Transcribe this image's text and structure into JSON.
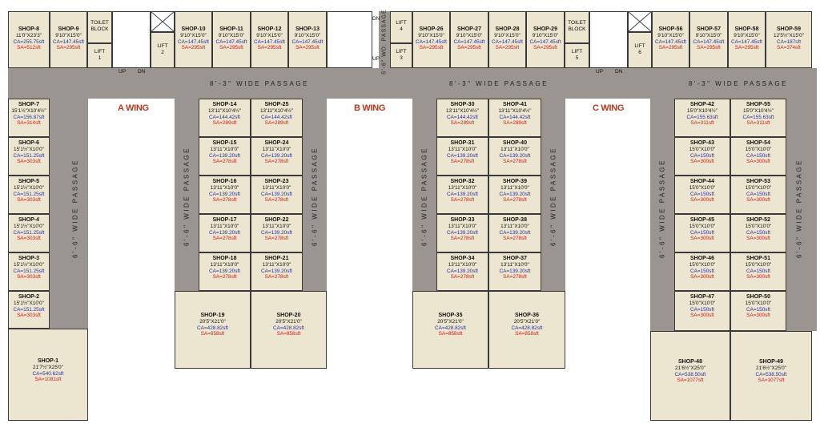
{
  "wings": [
    "A WING",
    "B WING",
    "C WING"
  ],
  "passages": {
    "horizontal": "8'-3\" WIDE PASSAGE",
    "vertical": "6'-6\" WIDE PASSAGE",
    "b_vertical": "5'-6\" WD. PASSAGE"
  },
  "services": {
    "toilet": [
      "TOILET",
      "BLOCK"
    ],
    "lift1": [
      "LIFT",
      "1"
    ],
    "lift2": [
      "LIFT",
      "2"
    ],
    "lift3": [
      "LIFT",
      "3"
    ],
    "lift4": [
      "LIFT",
      "4"
    ],
    "lift5": [
      "LIFT",
      "5"
    ],
    "lift6": [
      "LIFT",
      "6"
    ],
    "up": "UP",
    "dn": "DN"
  },
  "shops": [
    {
      "n": "SHOP-8",
      "d": "11'0\"X23'3\"",
      "ca": "CA=255.75sft",
      "sa": "SA=512sft"
    },
    {
      "n": "SHOP-9",
      "d": "9'10\"X15'0\"",
      "ca": "CA=147.45sft",
      "sa": "SA=295sft"
    },
    {
      "n": "SHOP-10",
      "d": "9'10\"X15'0\"",
      "ca": "CA=147.45sft",
      "sa": "SA=295sft"
    },
    {
      "n": "SHOP-11",
      "d": "9'10\"X15'0\"",
      "ca": "CA=147.45sft",
      "sa": "SA=295sft"
    },
    {
      "n": "SHOP-12",
      "d": "9'10\"X15'0\"",
      "ca": "CA=147.45sft",
      "sa": "SA=295sft"
    },
    {
      "n": "SHOP-13",
      "d": "9'10\"X15'0\"",
      "ca": "CA=147.45sft",
      "sa": "SA=295sft"
    },
    {
      "n": "SHOP-26",
      "d": "9'10\"X15'0\"",
      "ca": "CA=147.45sft",
      "sa": "SA=295sft"
    },
    {
      "n": "SHOP-27",
      "d": "9'10\"X15'0\"",
      "ca": "CA=147.45sft",
      "sa": "SA=295sft"
    },
    {
      "n": "SHOP-28",
      "d": "9'10\"X15'0\"",
      "ca": "CA=147.45sft",
      "sa": "SA=295sft"
    },
    {
      "n": "SHOP-29",
      "d": "9'10\"X15'0\"",
      "ca": "CA=147.45sft",
      "sa": "SA=295sft"
    },
    {
      "n": "SHOP-56",
      "d": "9'10\"X15'0\"",
      "ca": "CA=147.45sft",
      "sa": "SA=295sft"
    },
    {
      "n": "SHOP-57",
      "d": "9'10\"X15'0\"",
      "ca": "CA=147.45sft",
      "sa": "SA=295sft"
    },
    {
      "n": "SHOP-58",
      "d": "9'10\"X15'0\"",
      "ca": "CA=147.45sft",
      "sa": "SA=295sft"
    },
    {
      "n": "SHOP-59",
      "d": "12'5½\"X15'0\"",
      "ca": "CA=187sft",
      "sa": "SA=374sft"
    },
    {
      "n": "SHOP-7",
      "d": "15'1½\"X10'4½\"",
      "ca": "CA=156.87sft",
      "sa": "SA=314sft"
    },
    {
      "n": "SHOP-6",
      "d": "15'1½\"X10'0\"",
      "ca": "CA=151.25sft",
      "sa": "SA=303sft"
    },
    {
      "n": "SHOP-5",
      "d": "15'1½\"X10'0\"",
      "ca": "CA=151.25sft",
      "sa": "SA=303sft"
    },
    {
      "n": "SHOP-4",
      "d": "15'1½\"X10'0\"",
      "ca": "CA=151.25sft",
      "sa": "SA=303sft"
    },
    {
      "n": "SHOP-3",
      "d": "15'1½\"X10'0\"",
      "ca": "CA=151.25sft",
      "sa": "SA=303sft"
    },
    {
      "n": "SHOP-2",
      "d": "15'1½\"X10'0\"",
      "ca": "CA=151.25sft",
      "sa": "SA=303sft"
    },
    {
      "n": "SHOP-1",
      "d": "21'7½\"X25'0\"",
      "ca": "CA=540.62sft",
      "sa": "SA=1081sft"
    },
    {
      "n": "SHOP-14",
      "d": "13'11\"X10'4½\"",
      "ca": "CA=144.42sft",
      "sa": "SA=289sft"
    },
    {
      "n": "SHOP-15",
      "d": "13'11\"X10'0\"",
      "ca": "CA=139.20sft",
      "sa": "SA=278sft"
    },
    {
      "n": "SHOP-16",
      "d": "13'11\"X10'0\"",
      "ca": "CA=139.20sft",
      "sa": "SA=278sft"
    },
    {
      "n": "SHOP-17",
      "d": "13'11\"X10'0\"",
      "ca": "CA=139.20sft",
      "sa": "SA=278sft"
    },
    {
      "n": "SHOP-18",
      "d": "13'11\"X10'0\"",
      "ca": "CA=139.20sft",
      "sa": "SA=278sft"
    },
    {
      "n": "SHOP-25",
      "d": "13'11\"X10'4½\"",
      "ca": "CA=144.42sft",
      "sa": "SA=289sft"
    },
    {
      "n": "SHOP-24",
      "d": "13'11\"X10'0\"",
      "ca": "CA=139.20sft",
      "sa": "SA=278sft"
    },
    {
      "n": "SHOP-23",
      "d": "13'11\"X10'0\"",
      "ca": "CA=139.20sft",
      "sa": "SA=278sft"
    },
    {
      "n": "SHOP-22",
      "d": "13'11\"X10'0\"",
      "ca": "CA=139.20sft",
      "sa": "SA=278sft"
    },
    {
      "n": "SHOP-21",
      "d": "13'11\"X10'0\"",
      "ca": "CA=139.20sft",
      "sa": "SA=278sft"
    },
    {
      "n": "SHOP-19",
      "d": "20'5\"X21'0\"",
      "ca": "CA=428.82sft",
      "sa": "SA=858sft"
    },
    {
      "n": "SHOP-20",
      "d": "20'5\"X21'0\"",
      "ca": "CA=428.82sft",
      "sa": "SA=858sft"
    },
    {
      "n": "SHOP-30",
      "d": "13'11\"X10'4½\"",
      "ca": "CA=144.42sft",
      "sa": "SA=289sft"
    },
    {
      "n": "SHOP-31",
      "d": "13'11\"X10'0\"",
      "ca": "CA=139.20sft",
      "sa": "SA=278sft"
    },
    {
      "n": "SHOP-32",
      "d": "13'11\"X10'0\"",
      "ca": "CA=139.20sft",
      "sa": "SA=278sft"
    },
    {
      "n": "SHOP-33",
      "d": "13'11\"X10'0\"",
      "ca": "CA=139.20sft",
      "sa": "SA=278sft"
    },
    {
      "n": "SHOP-34",
      "d": "13'11\"X10'0\"",
      "ca": "CA=139.20sft",
      "sa": "SA=278sft"
    },
    {
      "n": "SHOP-41",
      "d": "13'11\"X10'4½\"",
      "ca": "CA=144.42sft",
      "sa": "SA=289sft"
    },
    {
      "n": "SHOP-40",
      "d": "13'11\"X10'0\"",
      "ca": "CA=139.20sft",
      "sa": "SA=278sft"
    },
    {
      "n": "SHOP-39",
      "d": "13'11\"X10'0\"",
      "ca": "CA=139.20sft",
      "sa": "SA=278sft"
    },
    {
      "n": "SHOP-38",
      "d": "13'11\"X10'0\"",
      "ca": "CA=139.20sft",
      "sa": "SA=278sft"
    },
    {
      "n": "SHOP-37",
      "d": "13'11\"X10'0\"",
      "ca": "CA=139.20sft",
      "sa": "SA=278sft"
    },
    {
      "n": "SHOP-35",
      "d": "20'5\"X21'0\"",
      "ca": "CA=428.82sft",
      "sa": "SA=858sft"
    },
    {
      "n": "SHOP-36",
      "d": "20'5\"X21'0\"",
      "ca": "CA=428.82sft",
      "sa": "SA=858sft"
    },
    {
      "n": "SHOP-42",
      "d": "15'0\"X10'4½\"",
      "ca": "CA=155.63sft",
      "sa": "SA=311sft"
    },
    {
      "n": "SHOP-43",
      "d": "15'0\"X10'0\"",
      "ca": "CA=150sft",
      "sa": "SA=300sft"
    },
    {
      "n": "SHOP-44",
      "d": "15'0\"X10'0\"",
      "ca": "CA=150sft",
      "sa": "SA=300sft"
    },
    {
      "n": "SHOP-45",
      "d": "15'0\"X10'0\"",
      "ca": "CA=150sft",
      "sa": "SA=300sft"
    },
    {
      "n": "SHOP-46",
      "d": "15'0\"X10'0\"",
      "ca": "CA=150sft",
      "sa": "SA=300sft"
    },
    {
      "n": "SHOP-47",
      "d": "15'0\"X10'0\"",
      "ca": "CA=150sft",
      "sa": "SA=300sft"
    },
    {
      "n": "SHOP-55",
      "d": "15'0\"X10'4½\"",
      "ca": "CA=155.63sft",
      "sa": "SA=311sft"
    },
    {
      "n": "SHOP-54",
      "d": "15'0\"X10'0\"",
      "ca": "CA=150sft",
      "sa": "SA=300sft"
    },
    {
      "n": "SHOP-53",
      "d": "15'0\"X10'0\"",
      "ca": "CA=150sft",
      "sa": "SA=300sft"
    },
    {
      "n": "SHOP-52",
      "d": "15'0\"X10'0\"",
      "ca": "CA=150sft",
      "sa": "SA=300sft"
    },
    {
      "n": "SHOP-51",
      "d": "15'0\"X10'0\"",
      "ca": "CA=150sft",
      "sa": "SA=300sft"
    },
    {
      "n": "SHOP-50",
      "d": "15'0\"X10'0\"",
      "ca": "CA=150sft",
      "sa": "SA=300sft"
    },
    {
      "n": "SHOP-48",
      "d": "21'6½\"X25'0\"",
      "ca": "CA=538.50sft",
      "sa": "SA=1077sft"
    },
    {
      "n": "SHOP-49",
      "d": "21'6½\"X25'0\"",
      "ca": "CA=538.50sft",
      "sa": "SA=1077sft"
    }
  ]
}
